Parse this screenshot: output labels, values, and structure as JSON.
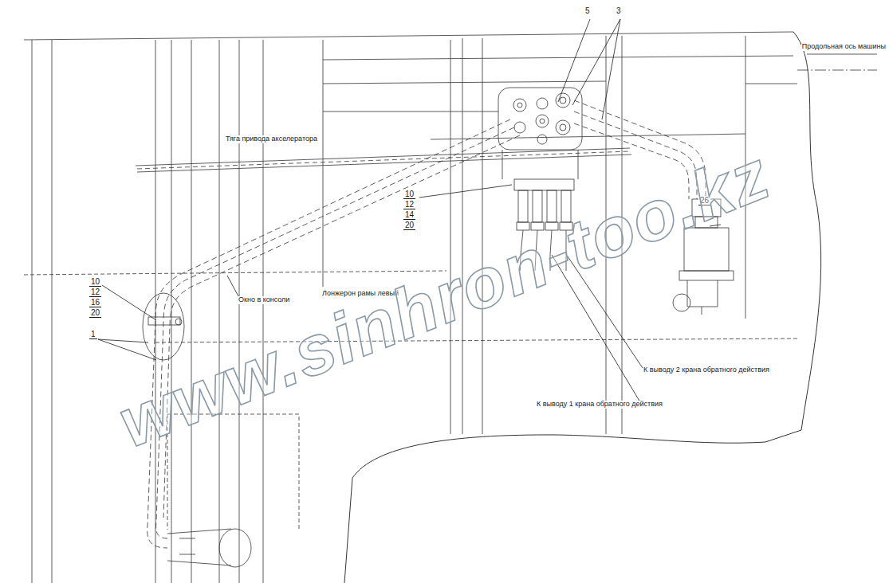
{
  "diagram": {
    "labels": [
      "5",
      "3",
      "Продольная ось машины",
      "Тяга привода акселератора",
      "10",
      "12",
      "14",
      "20",
      "26",
      "10",
      "12",
      "16",
      "20",
      "1",
      "Окно в консоли",
      "Лонжерон рамы левый",
      "К выводу 2 крана обратного действия",
      "К выводу 1 крана обратного действия",
      "www.sinhron-too.kz"
    ]
  }
}
